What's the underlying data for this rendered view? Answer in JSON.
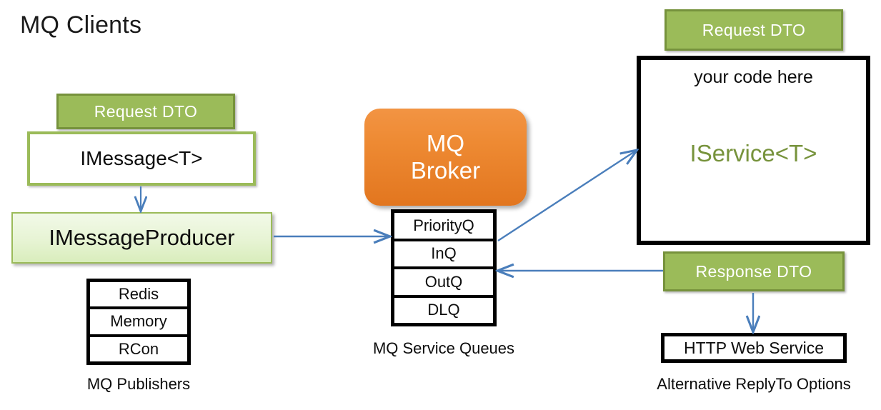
{
  "title": "MQ Clients",
  "client_side": {
    "request_dto_label": "Request DTO",
    "imessage_label": "IMessage<T>",
    "producer_label": "IMessageProducer",
    "publishers": {
      "items": [
        "Redis",
        "Memory",
        "RCon"
      ],
      "caption": "MQ Publishers"
    }
  },
  "broker": {
    "line1": "MQ",
    "line2": "Broker",
    "color": "#EE8A33"
  },
  "queues": {
    "items": [
      "PriorityQ",
      "InQ",
      "OutQ",
      "DLQ"
    ],
    "caption": "MQ Service Queues"
  },
  "service_side": {
    "request_dto_label": "Request DTO",
    "your_code_label": "your code here",
    "iservice_label": "IService<T>",
    "iservice_color": "#77933C",
    "response_dto_label": "Response DTO",
    "http_web_service_label": "HTTP Web Service",
    "alternative_caption": "Alternative ReplyTo Options"
  },
  "theme": {
    "dto_fill": "#9BBB59",
    "dto_border": "#76923C",
    "arrow_color": "#4A7EBB"
  }
}
